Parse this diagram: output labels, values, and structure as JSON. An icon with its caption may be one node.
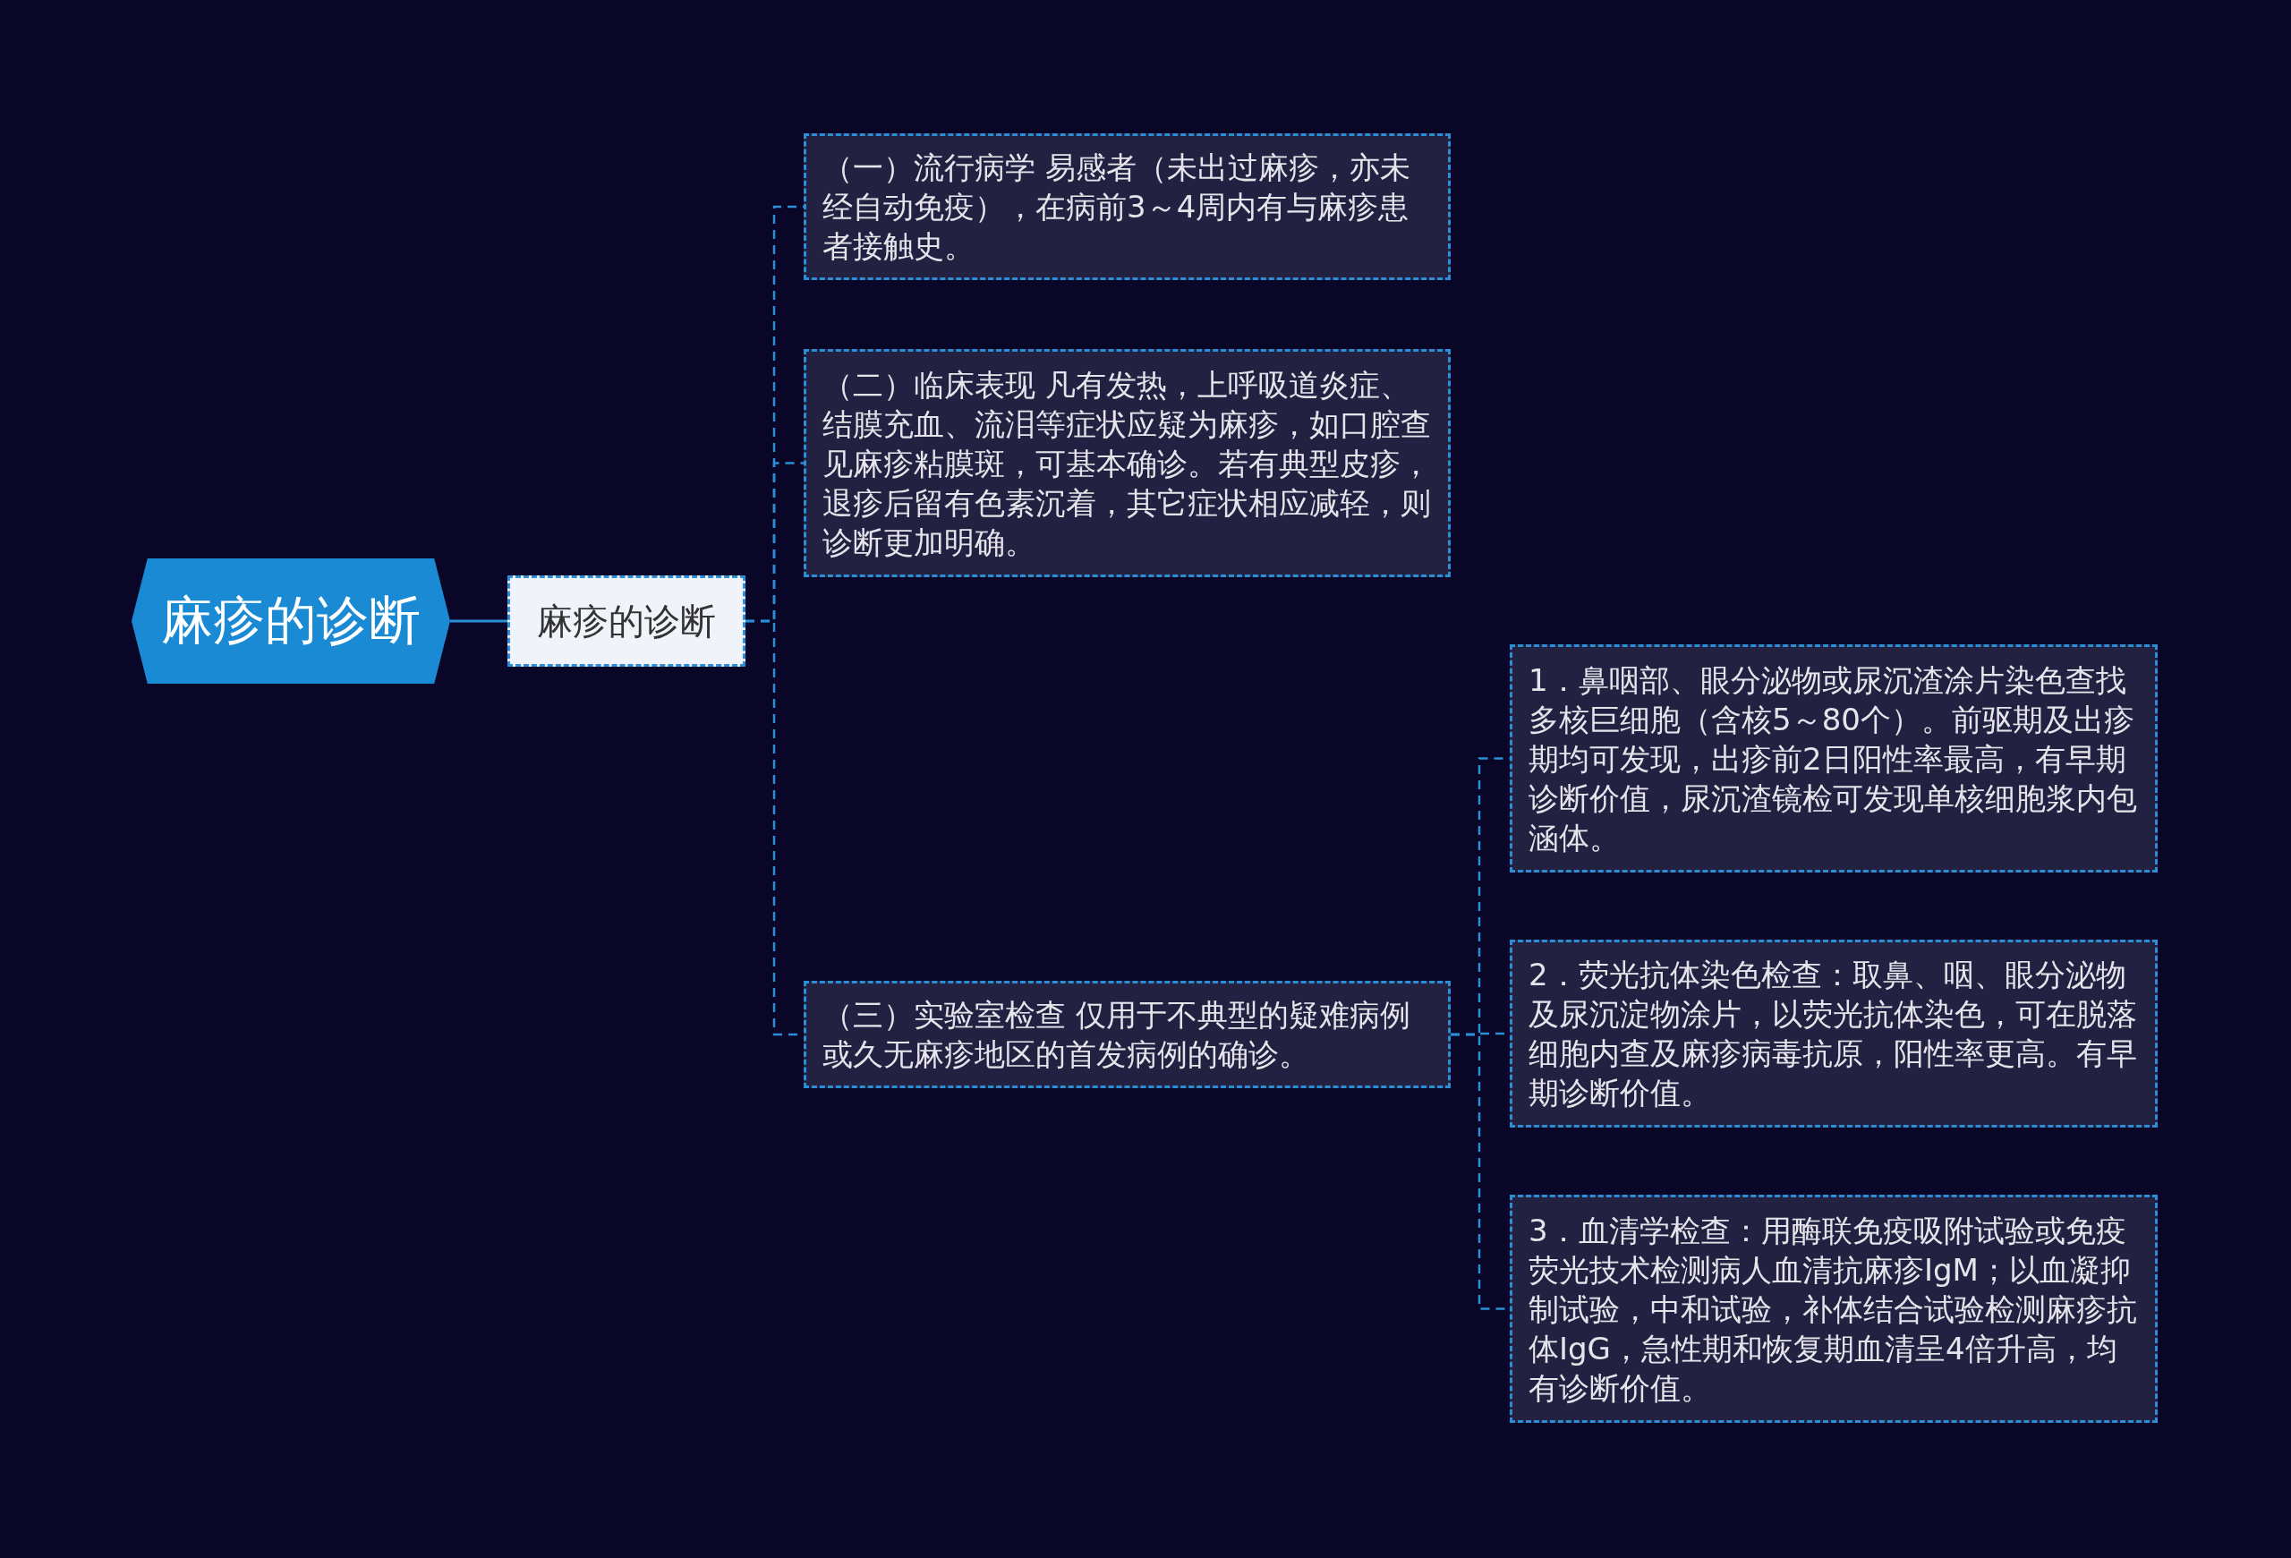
{
  "diagram": {
    "nodes": [
      {
        "text": [
          "麻疹的诊断"
        ]
      },
      {
        "text": [
          "麻疹的诊断"
        ]
      },
      {
        "text": [
          "（一）流行病学 易感者（未出过麻疹，亦未经自动免疫），在病前3～4周内有与麻疹患者接触史。"
        ]
      },
      {
        "text": [
          "（二）临床表现 凡有发热，上呼吸道炎症、结膜充血、流泪等症状应疑为麻疹，如口腔查见麻疹粘膜斑，可基本确诊。若有典型皮疹，退疹后留有色素沉着，其它症状相应减轻，则诊断更加明确。"
        ]
      },
      {
        "text": [
          "（三）实验室检查 仅用于不典型的疑难病例或久无麻疹地区的首发病例的确诊。"
        ]
      },
      {
        "text": [
          "1．鼻咽部、眼分泌物或尿沉渣涂片染色查找多核巨细胞（含核5～80个）。前驱期及出疹期均可发现，出疹前2日阳性率最高，有早期诊断价值，尿沉渣镜检可发现单核细胞浆内包涵体。"
        ]
      },
      {
        "text": [
          "2．荧光抗体染色检查：取鼻、咽、眼分泌物及尿沉淀物涂片，以荧光抗体染色，可在脱落细胞内查及麻疹病毒抗原，阳性率更高。有早期诊断价值。"
        ]
      },
      {
        "text": [
          "3．血清学检查：用酶联免疫吸附试验或免疫荧光技术检测病人血清抗麻疹IgM；以血凝抑制试验，中和试验，补体结合试验检测麻疹抗体IgG，急性期和恢复期血清呈4倍升高，均有诊断价值。"
        ]
      }
    ],
    "edges": [
      {
        "from": 0,
        "to": 1,
        "arrow": "none"
      },
      {
        "from": 1,
        "to": 2,
        "arrow": "none",
        "style": "dashed"
      },
      {
        "from": 1,
        "to": 3,
        "arrow": "none",
        "style": "dashed"
      },
      {
        "from": 1,
        "to": 4,
        "arrow": "none",
        "style": "dashed"
      },
      {
        "from": 4,
        "to": 5,
        "arrow": "none",
        "style": "dashed"
      },
      {
        "from": 4,
        "to": 6,
        "arrow": "none",
        "style": "dashed"
      },
      {
        "from": 4,
        "to": 7,
        "arrow": "none",
        "style": "dashed"
      }
    ]
  }
}
